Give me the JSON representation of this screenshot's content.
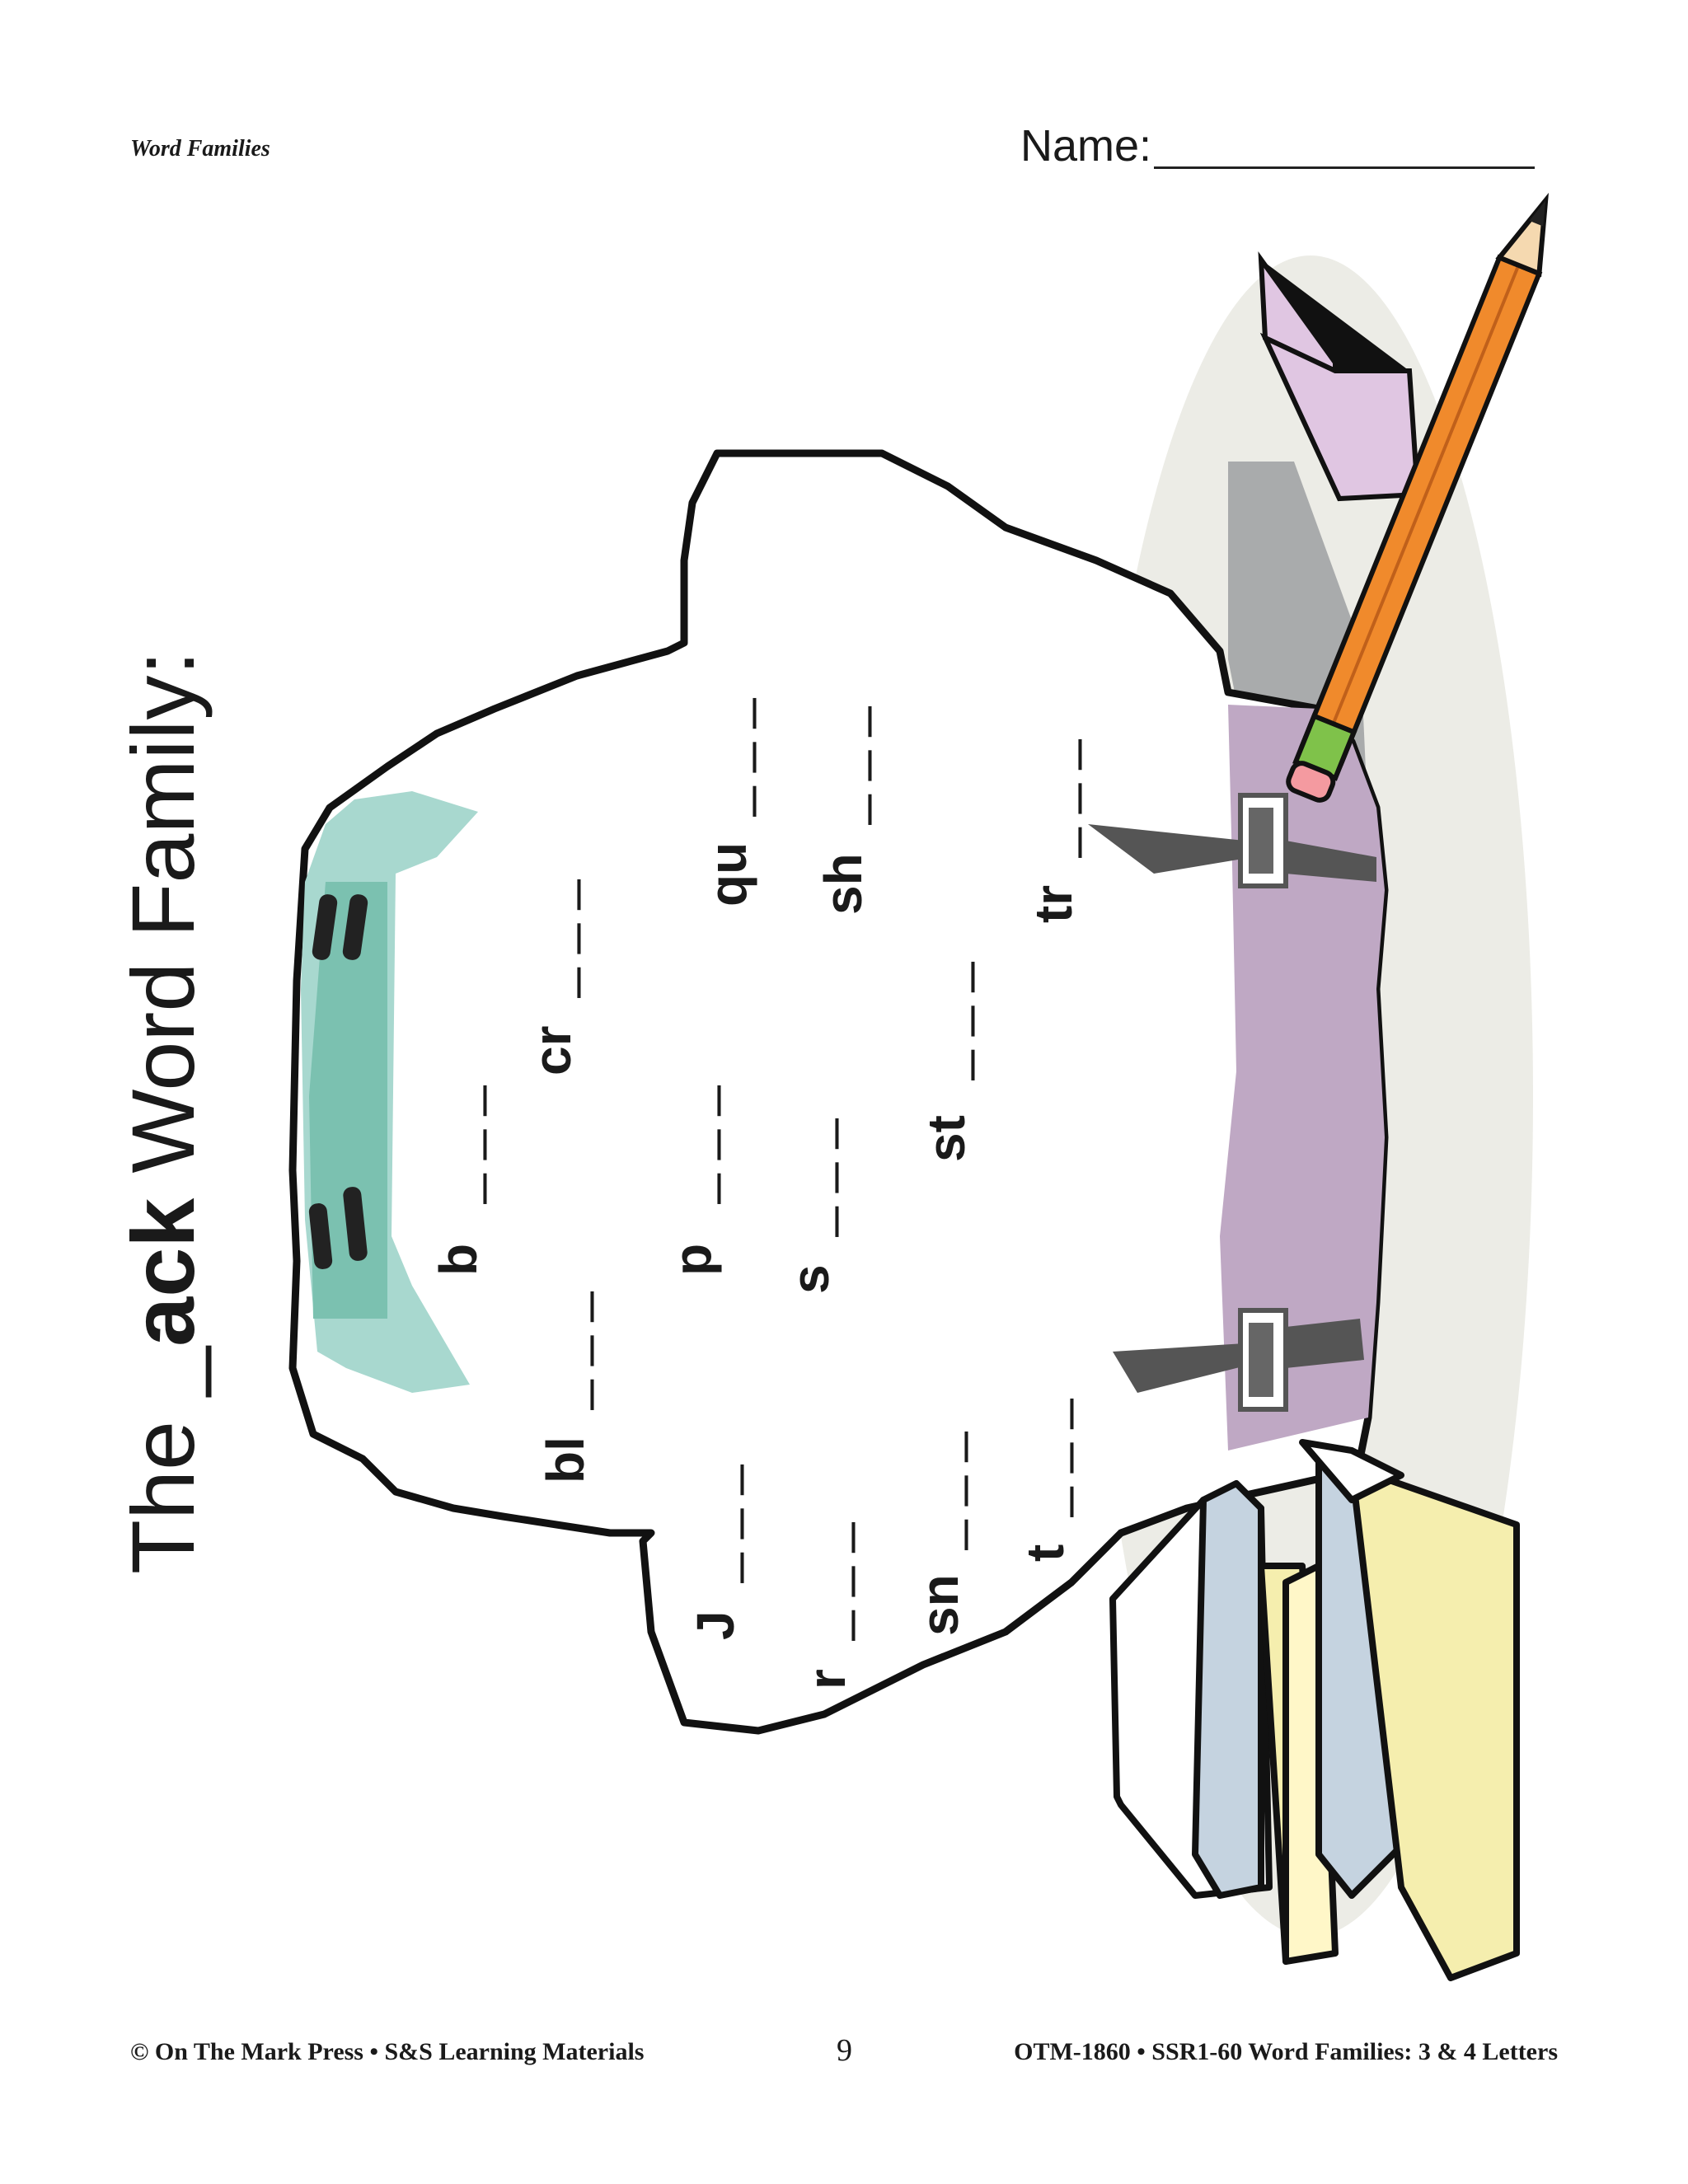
{
  "header": {
    "subject": "Word Families",
    "name_label": "Name:"
  },
  "title": {
    "prefix": "The _",
    "bold": "ack",
    "suffix": " Word Family:"
  },
  "onsets": [
    "b",
    "bl",
    "cr",
    "J",
    "p",
    "qu",
    "r",
    "s",
    "sh",
    "sn",
    "st",
    "t",
    "tr"
  ],
  "blank": "_ _ _",
  "colors": {
    "backpack_purple": "#bfa8c4",
    "window_teal": "#a8d8cf",
    "eraser_pink": "#e0c6e2",
    "pencil_orange": "#f08a2c",
    "book_yellow": "#f5eeae",
    "book_blue": "#c5d3e0",
    "shadow": "#ecece6"
  },
  "footer": {
    "left": "© On The Mark Press • S&S Learning Materials",
    "page": "9",
    "right": "OTM-1860 • SSR1-60 Word Families:  3 & 4 Letters"
  }
}
